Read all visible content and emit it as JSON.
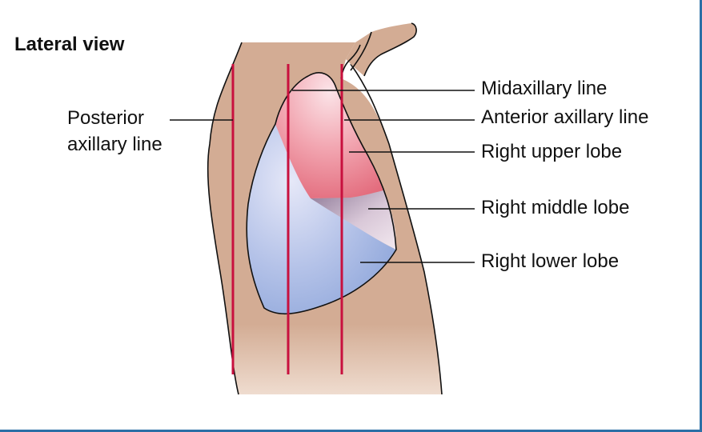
{
  "title": "Lateral view",
  "labels": {
    "posterior_line_1": "Posterior",
    "posterior_line_2": "axillary line",
    "midaxillary": "Midaxillary line",
    "anterior_axillary": "Anterior axillary line",
    "right_upper_lobe": "Right upper lobe",
    "right_middle_lobe": "Right middle lobe",
    "right_lower_lobe": "Right lower lobe"
  },
  "colors": {
    "skin": "#d3ac94",
    "reference_line": "#c8103e",
    "upper_lobe": "#ec7f8c",
    "middle_lobe": "#b99fb8",
    "lower_lobe": "#9db1df",
    "frame_border": "#2b6fa6"
  }
}
